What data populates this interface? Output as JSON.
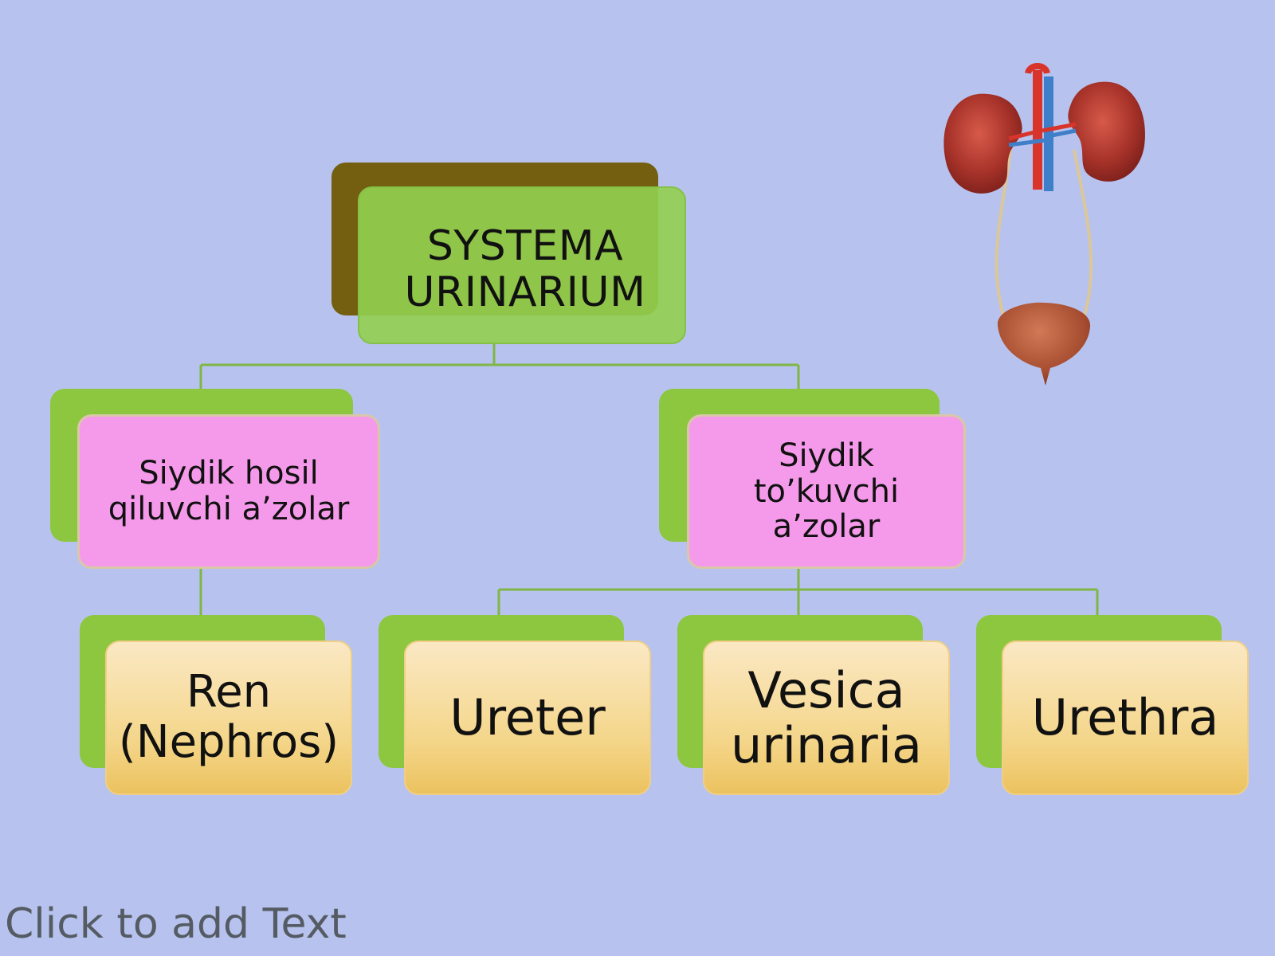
{
  "diagram": {
    "root": {
      "line1": "SYSTEMA",
      "line2": "URINARIUM"
    },
    "branches": [
      {
        "label_lines": [
          "Siydik hosil",
          "qiluvchi a’zolar"
        ]
      },
      {
        "label_lines": [
          "Siydik",
          "to’kuvchi",
          "a’zolar"
        ]
      }
    ],
    "leaves": [
      {
        "label_lines": [
          "Ren",
          "(Nephros)"
        ]
      },
      {
        "label_lines": [
          "Ureter"
        ]
      },
      {
        "label_lines": [
          "Vesica",
          "urinaria"
        ]
      },
      {
        "label_lines": [
          "Urethra"
        ]
      }
    ]
  },
  "footer": {
    "placeholder_text": "Click to add Text"
  },
  "colors": {
    "background": "#b7c3ee",
    "root_fill": "#92d050",
    "root_shadow": "#745e10",
    "branch_fill": "#f59aea",
    "card_shadow": "#8dc63f",
    "leaf_fill": "#f4d68a",
    "connector": "#7fb646"
  },
  "illustration": {
    "icon": "kidney-urinary-system-icon"
  }
}
